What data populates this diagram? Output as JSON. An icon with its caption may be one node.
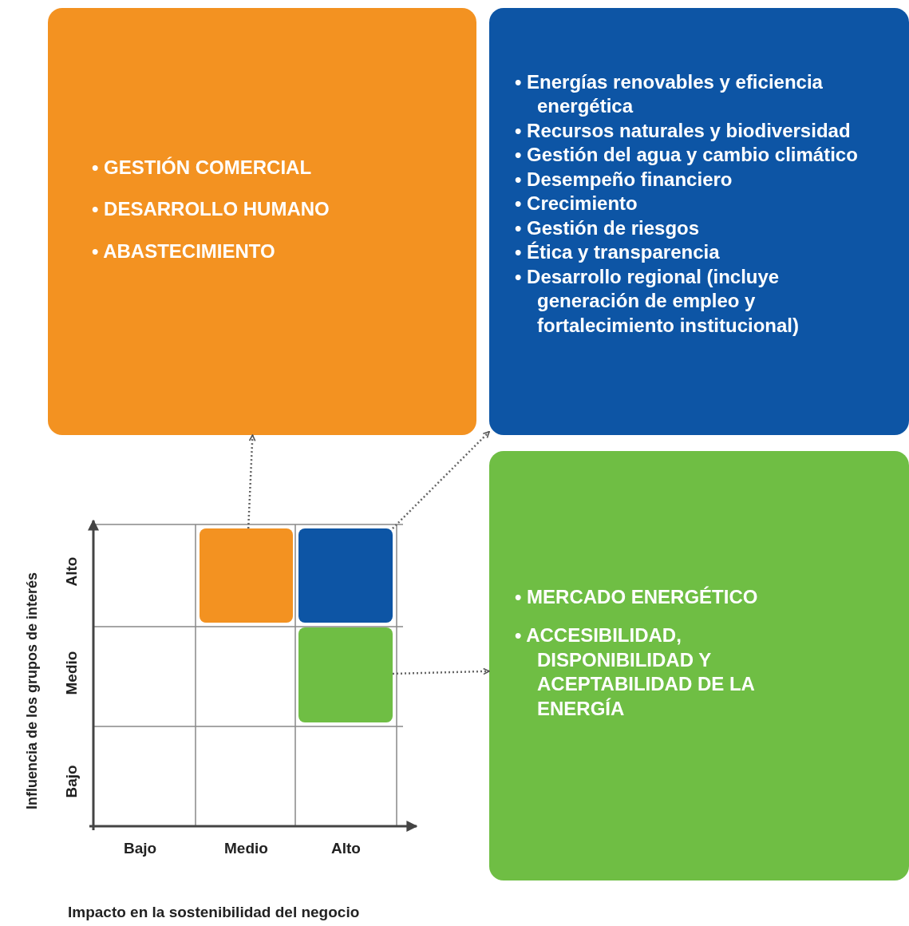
{
  "diagram": {
    "nodes": [
      {
        "text": [
          "• GESTIÓN COMERCIAL",
          "• DESARROLLO HUMANO",
          "• ABASTECIMIENTO"
        ]
      },
      {
        "text": [
          "• Energías renovables y eficiencia energética",
          "• Recursos naturales y biodiversidad",
          "• Gestión del agua y cambio climático",
          "• Desempeño financiero",
          "• Crecimiento",
          "• Gestión de riesgos",
          "• Ética y transparencia",
          "• Desarrollo regional (incluye generación de empleo y fortalecimiento institucional)"
        ]
      },
      {
        "text": [
          "• MERCADO ENERGÉTICO",
          "• ACCESIBILIDAD, DISPONIBILIDAD Y ACEPTABILIDAD DE LA ENERGÍA"
        ]
      },
      {
        "text": [],
        "shape": "box"
      },
      {
        "text": [],
        "shape": "box"
      },
      {
        "text": [],
        "shape": "box"
      }
    ],
    "edges": [
      {
        "from": 3,
        "to": 0,
        "arrow": "to",
        "style": "dashed"
      },
      {
        "from": 4,
        "to": 1,
        "arrow": "to",
        "style": "dashed"
      },
      {
        "from": 5,
        "to": 2,
        "arrow": "to",
        "style": "dashed"
      }
    ],
    "labels": [
      "Influencia de los grupos de interés",
      "Alto",
      "Medio",
      "Bajo",
      "Bajo",
      "Medio",
      "Alto",
      "Impacto en la sostenibilidad del negocio"
    ]
  }
}
